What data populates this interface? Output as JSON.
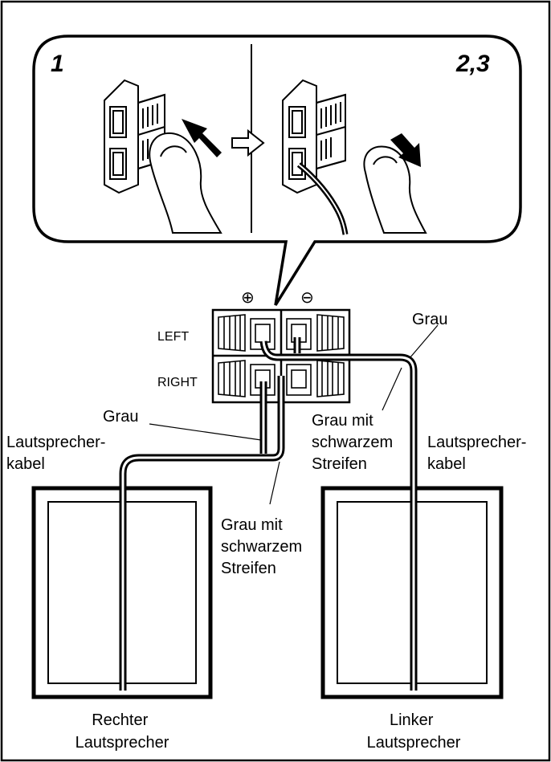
{
  "steps": {
    "left": "1",
    "right": "2,3"
  },
  "terminal": {
    "plus_symbol": "⊕",
    "minus_symbol": "⊖",
    "left_label": "LEFT",
    "right_label": "RIGHT"
  },
  "wires": {
    "grau_top_right": "Grau",
    "grau_left": "Grau",
    "grau_mit_right": [
      "Grau mit",
      "schwarzem",
      "Streifen"
    ],
    "grau_mit_middle": [
      "Grau mit",
      "schwarzem",
      "Streifen"
    ]
  },
  "cables": {
    "left_cable": [
      "Lautsprecher-",
      "kabel"
    ],
    "right_cable": [
      "Lautsprecher-",
      "kabel"
    ]
  },
  "speakers": {
    "right_speaker": [
      "Rechter",
      "Lautsprecher"
    ],
    "left_speaker": [
      "Linker",
      "Lautsprecher"
    ]
  }
}
